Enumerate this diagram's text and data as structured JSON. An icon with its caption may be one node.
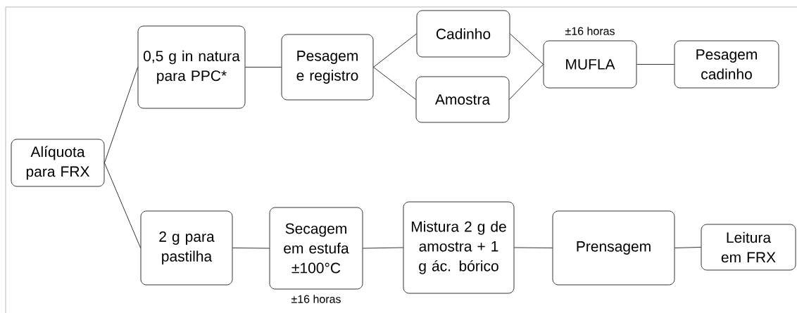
{
  "diagram": {
    "nodes": [
      {
        "text": [
          "Alíquota para FRX"
        ]
      },
      {
        "text": [
          "0,5 g in natura para PPC*"
        ]
      },
      {
        "text": [
          "Pesagem e registro"
        ]
      },
      {
        "text": [
          "Cadinho"
        ]
      },
      {
        "text": [
          "Amostra"
        ]
      },
      {
        "text": [
          "MUFLA"
        ],
        "beside": [
          "±16 horas"
        ]
      },
      {
        "text": [
          "Pesagem cadinho"
        ]
      },
      {
        "text": [
          "2 g para pastilha"
        ]
      },
      {
        "text": [
          "Secagem em estufa ±100°C"
        ],
        "beside": [
          "±16 horas"
        ]
      },
      {
        "text": [
          "Mistura 2 g de amostra + 1 g ác. bórico"
        ]
      },
      {
        "text": [
          "Prensagem"
        ]
      },
      {
        "text": [
          "Leitura em FRX"
        ]
      }
    ],
    "edges": [
      {
        "from": 0,
        "to": 1,
        "arrow": "none"
      },
      {
        "from": 0,
        "to": 7,
        "arrow": "none"
      },
      {
        "from": 1,
        "to": 2,
        "arrow": "none"
      },
      {
        "from": 2,
        "to": 3,
        "arrow": "none"
      },
      {
        "from": 2,
        "to": 4,
        "arrow": "none"
      },
      {
        "from": 3,
        "to": 5,
        "arrow": "none"
      },
      {
        "from": 4,
        "to": 5,
        "arrow": "none"
      },
      {
        "from": 5,
        "to": 6,
        "arrow": "none"
      },
      {
        "from": 7,
        "to": 8,
        "arrow": "none"
      },
      {
        "from": 8,
        "to": 9,
        "arrow": "none"
      },
      {
        "from": 9,
        "to": 10,
        "arrow": "none"
      },
      {
        "from": 10,
        "to": 11,
        "arrow": "none"
      }
    ]
  }
}
